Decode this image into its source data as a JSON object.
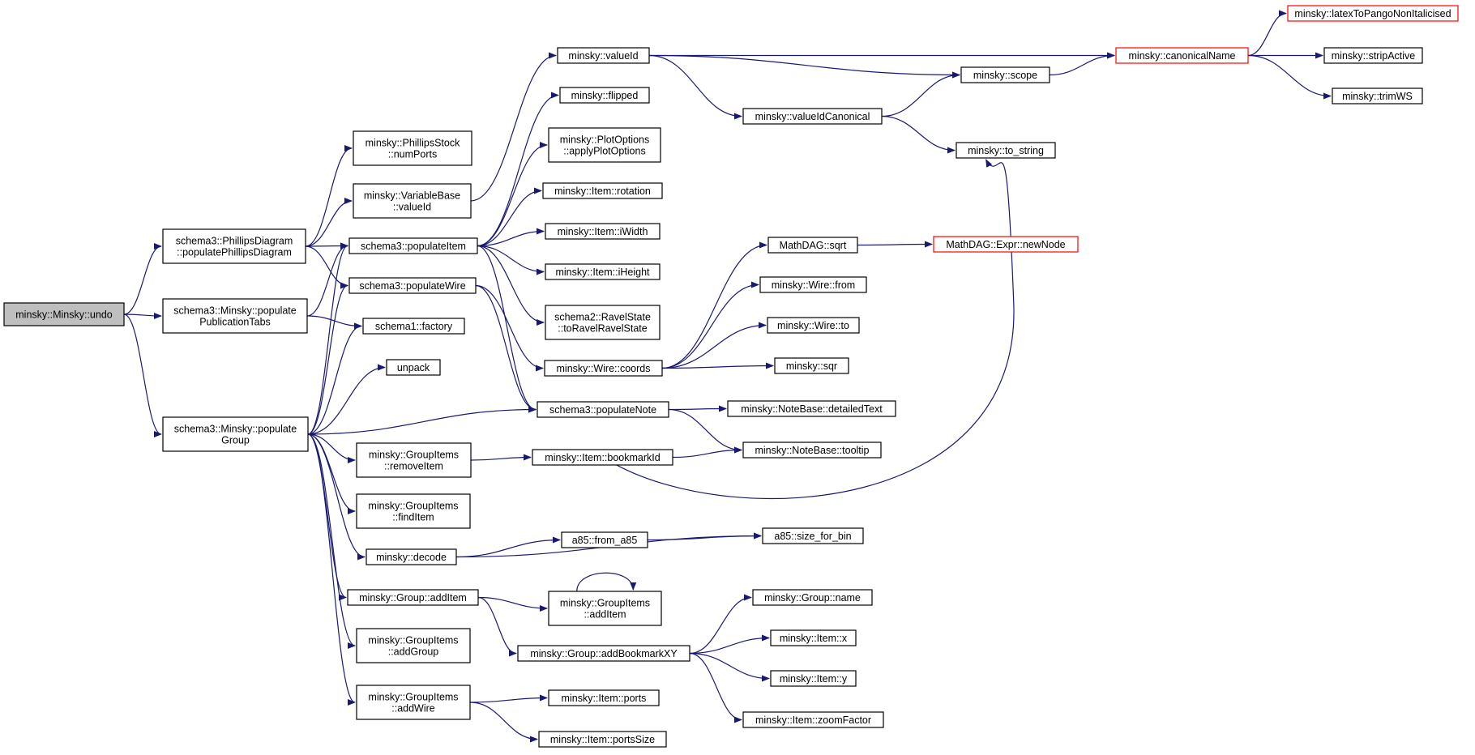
{
  "colors": {
    "edge": "#191970",
    "root_fill": "#bfbfbf",
    "truncated_border": "#ff0000",
    "node_border": "#000000"
  },
  "nodes": {
    "undo": {
      "lines": [
        "minsky::Minsky::undo"
      ]
    },
    "phillips_diagram": {
      "lines": [
        "schema3::PhillipsDiagram",
        "::populatePhillipsDiagram"
      ]
    },
    "populate_pubtabs": {
      "lines": [
        "schema3::Minsky::populate",
        "PublicationTabs"
      ]
    },
    "populate_group": {
      "lines": [
        "schema3::Minsky::populate",
        "Group"
      ]
    },
    "phillips_numports": {
      "lines": [
        "minsky::PhillipsStock",
        "::numPorts"
      ]
    },
    "varbase_valueid": {
      "lines": [
        "minsky::VariableBase",
        "::valueId"
      ]
    },
    "populate_item": {
      "lines": [
        "schema3::populateItem"
      ]
    },
    "populate_wire": {
      "lines": [
        "schema3::populateWire"
      ]
    },
    "factory": {
      "lines": [
        "schema1::factory"
      ]
    },
    "unpack": {
      "lines": [
        "unpack"
      ]
    },
    "gi_removeitem": {
      "lines": [
        "minsky::GroupItems",
        "::removeItem"
      ]
    },
    "gi_finditem": {
      "lines": [
        "minsky::GroupItems",
        "::findItem"
      ]
    },
    "decode": {
      "lines": [
        "minsky::decode"
      ]
    },
    "group_additem": {
      "lines": [
        "minsky::Group::addItem"
      ]
    },
    "gi_addgroup": {
      "lines": [
        "minsky::GroupItems",
        "::addGroup"
      ]
    },
    "gi_addwire": {
      "lines": [
        "minsky::GroupItems",
        "::addWire"
      ]
    },
    "valueid": {
      "lines": [
        "minsky::valueId"
      ]
    },
    "flipped": {
      "lines": [
        "minsky::flipped"
      ]
    },
    "apply_plot_options": {
      "lines": [
        "minsky::PlotOptions",
        "::applyPlotOptions"
      ]
    },
    "item_rotation": {
      "lines": [
        "minsky::Item::rotation"
      ]
    },
    "item_iwidth": {
      "lines": [
        "minsky::Item::iWidth"
      ]
    },
    "item_iheight": {
      "lines": [
        "minsky::Item::iHeight"
      ]
    },
    "ravel_state": {
      "lines": [
        "schema2::RavelState",
        "::toRavelRavelState"
      ]
    },
    "wire_coords": {
      "lines": [
        "minsky::Wire::coords"
      ]
    },
    "populate_note": {
      "lines": [
        "schema3::populateNote"
      ]
    },
    "item_bookmarkid": {
      "lines": [
        "minsky::Item::bookmarkId"
      ]
    },
    "from_a85": {
      "lines": [
        "a85::from_a85"
      ]
    },
    "gi_additem": {
      "lines": [
        "minsky::GroupItems",
        "::addItem"
      ]
    },
    "add_bookmark_xy": {
      "lines": [
        "minsky::Group::addBookmarkXY"
      ]
    },
    "item_ports": {
      "lines": [
        "minsky::Item::ports"
      ]
    },
    "item_portssize": {
      "lines": [
        "minsky::Item::portsSize"
      ]
    },
    "valueid_canonical": {
      "lines": [
        "minsky::valueIdCanonical"
      ]
    },
    "mathdag_sqrt": {
      "lines": [
        "MathDAG::sqrt"
      ]
    },
    "wire_from": {
      "lines": [
        "minsky::Wire::from"
      ]
    },
    "wire_to": {
      "lines": [
        "minsky::Wire::to"
      ]
    },
    "sqr": {
      "lines": [
        "minsky::sqr"
      ]
    },
    "detailed_text": {
      "lines": [
        "minsky::NoteBase::detailedText"
      ]
    },
    "tooltip": {
      "lines": [
        "minsky::NoteBase::tooltip"
      ]
    },
    "size_for_bin": {
      "lines": [
        "a85::size_for_bin"
      ]
    },
    "group_name": {
      "lines": [
        "minsky::Group::name"
      ]
    },
    "item_x": {
      "lines": [
        "minsky::Item::x"
      ]
    },
    "item_y": {
      "lines": [
        "minsky::Item::y"
      ]
    },
    "item_zoom": {
      "lines": [
        "minsky::Item::zoomFactor"
      ]
    },
    "scope": {
      "lines": [
        "minsky::scope"
      ]
    },
    "to_string": {
      "lines": [
        "minsky::to_string"
      ]
    },
    "canonical_name": {
      "lines": [
        "minsky::canonicalName"
      ]
    },
    "new_node": {
      "lines": [
        "MathDAG::Expr::newNode"
      ]
    },
    "latex": {
      "lines": [
        "minsky::latexToPangoNonItalicised"
      ]
    },
    "strip_active": {
      "lines": [
        "minsky::stripActive"
      ]
    },
    "trim_ws": {
      "lines": [
        "minsky::trimWS"
      ]
    }
  }
}
